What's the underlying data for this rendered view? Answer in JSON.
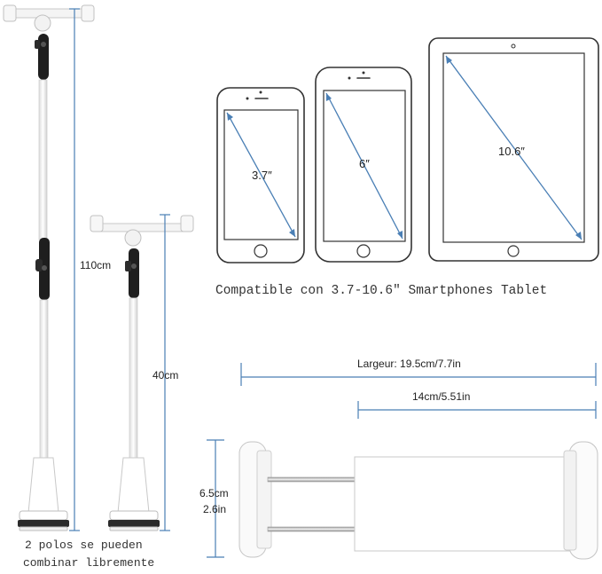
{
  "heights": {
    "tall": "110cm",
    "short": "40cm"
  },
  "poles_note": {
    "line1": "2 polos se pueden",
    "line2": "combinar libremente"
  },
  "devices": {
    "phone_small": "3.7″",
    "phone_large": "6″",
    "tablet": "10.6″"
  },
  "compatible_text": "Compatible con 3.7-10.6\" Smartphones Tablet",
  "clamp": {
    "width_label": "Largeur: 19.5cm/7.7in",
    "min_label": "14cm/5.51in",
    "depth_cm": "6.5cm",
    "depth_in": "2.6in"
  },
  "colors": {
    "dimension_line": "#4a7fb5",
    "arm_black": "#222222",
    "body_white": "#ffffff"
  }
}
